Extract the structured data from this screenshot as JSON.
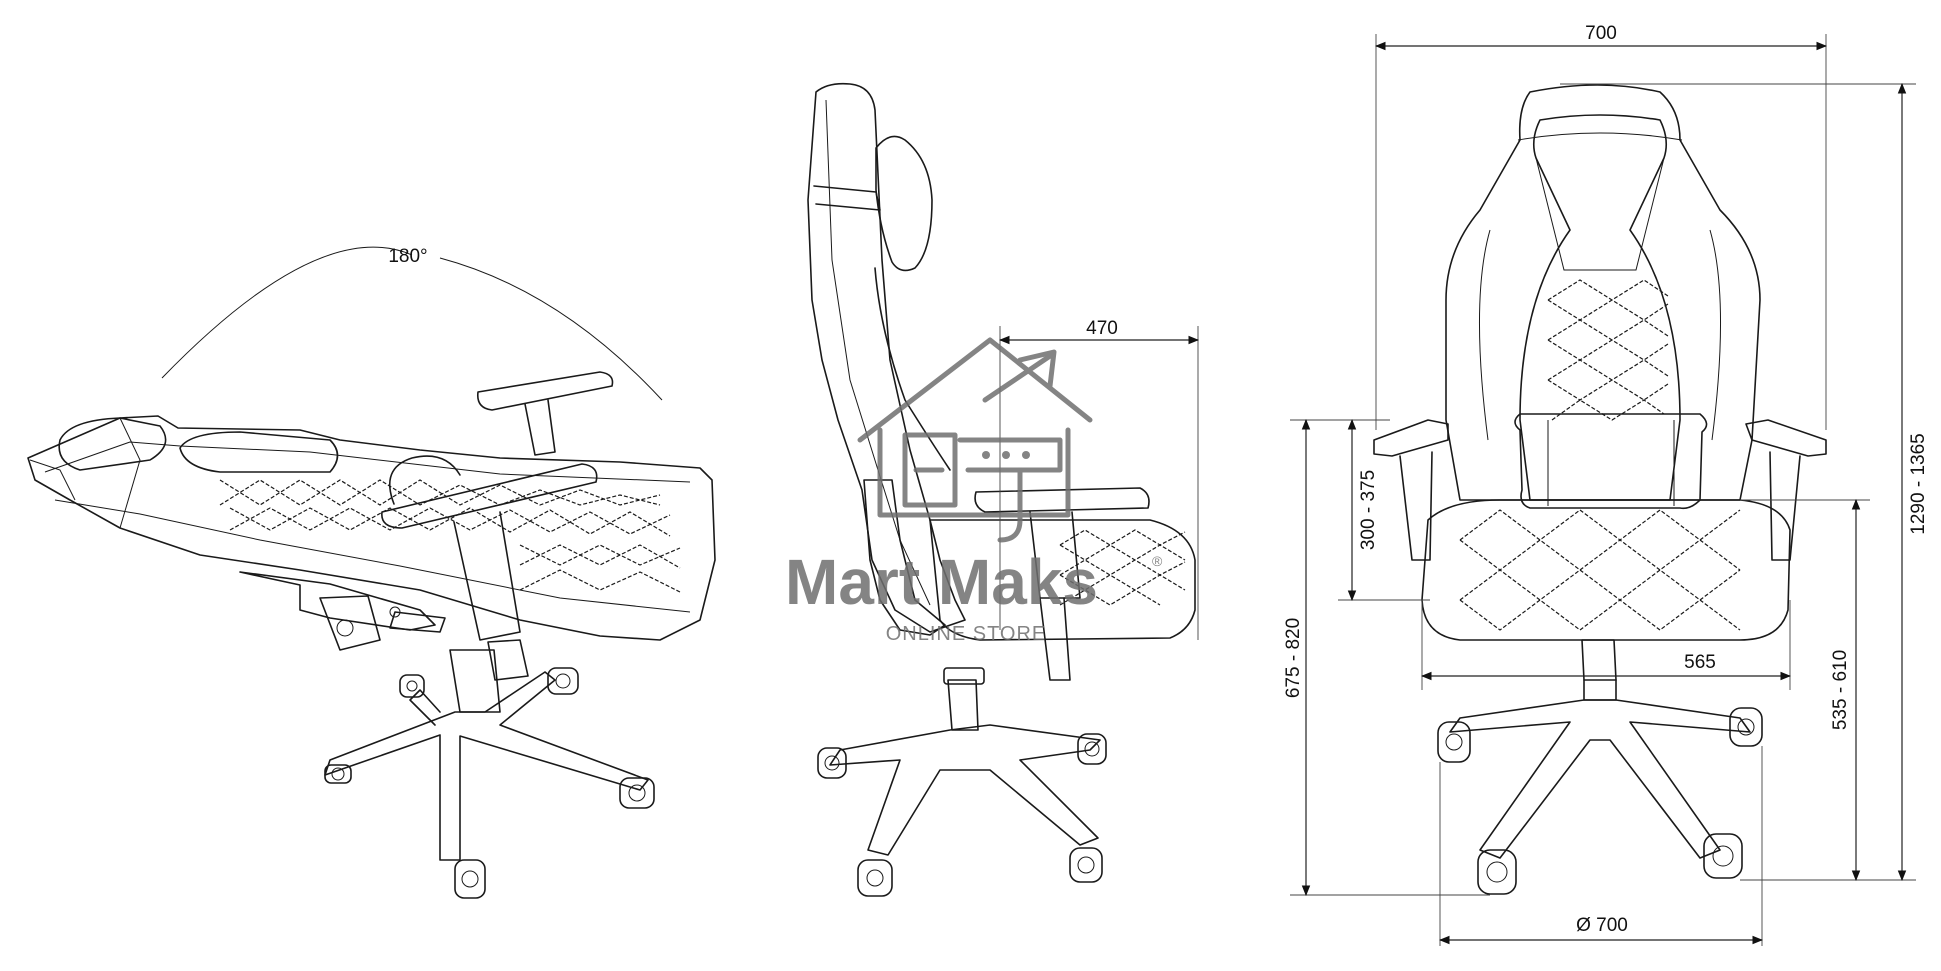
{
  "dimensions": {
    "recline_angle": "180°",
    "seat_depth": "470",
    "overall_width": "700",
    "total_height": "1290 - 1365",
    "backrest_to_armrest": "300 - 375",
    "armrest_height": "675 - 820",
    "seat_width": "565",
    "seat_height": "535 - 610",
    "base_diameter": "Ø 700"
  },
  "watermark": {
    "brand": "Mart Maks",
    "registered": "®",
    "tagline": "ONLINE STORE"
  }
}
